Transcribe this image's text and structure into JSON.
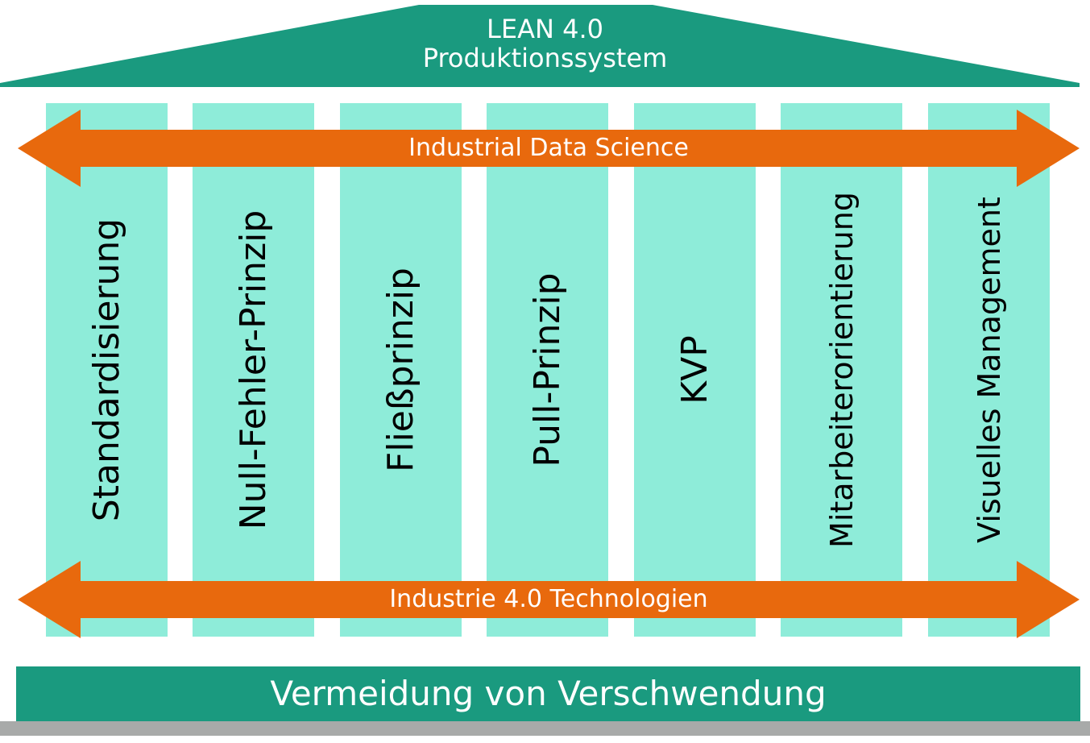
{
  "roof": {
    "line1": "LEAN 4.0",
    "line2": "Produktionssystem"
  },
  "pillars": [
    {
      "label": "Standardisierung"
    },
    {
      "label": "Null-Fehler-Prinzip"
    },
    {
      "label": "Fließprinzip"
    },
    {
      "label": "Pull-Prinzip"
    },
    {
      "label": "KVP"
    },
    {
      "label": "Mitarbeiterorientierung"
    },
    {
      "label": "Visuelles Management"
    }
  ],
  "arrows": {
    "top_label": "Industrial Data Science",
    "bottom_label": "Industrie 4.0 Technologien"
  },
  "foundation": {
    "label": "Vermeidung von Verschwendung"
  },
  "colors": {
    "roof": "#1a9a7f",
    "pillar": "#8eecd9",
    "arrow": "#e8690d",
    "foundation": "#1a9a7f",
    "ground": "#a8aaa9"
  }
}
